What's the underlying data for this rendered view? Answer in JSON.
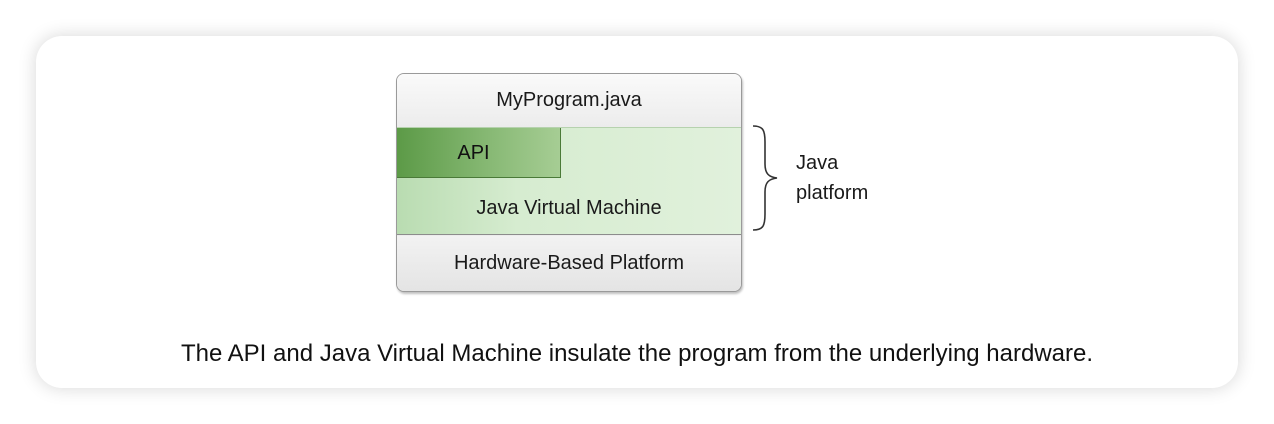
{
  "diagram": {
    "layers": {
      "top": "MyProgram.java",
      "api": "API",
      "jvm": "Java Virtual Machine",
      "hardware": "Hardware-Based Platform"
    },
    "bracket_label": {
      "line1": "Java",
      "line2": "platform"
    },
    "colors": {
      "api_green": "#5c9a47",
      "jvm_green": "#d6ecd0",
      "gray_layer": "#ececec"
    }
  },
  "caption": "The API and Java Virtual Machine insulate the program from the underlying hardware."
}
